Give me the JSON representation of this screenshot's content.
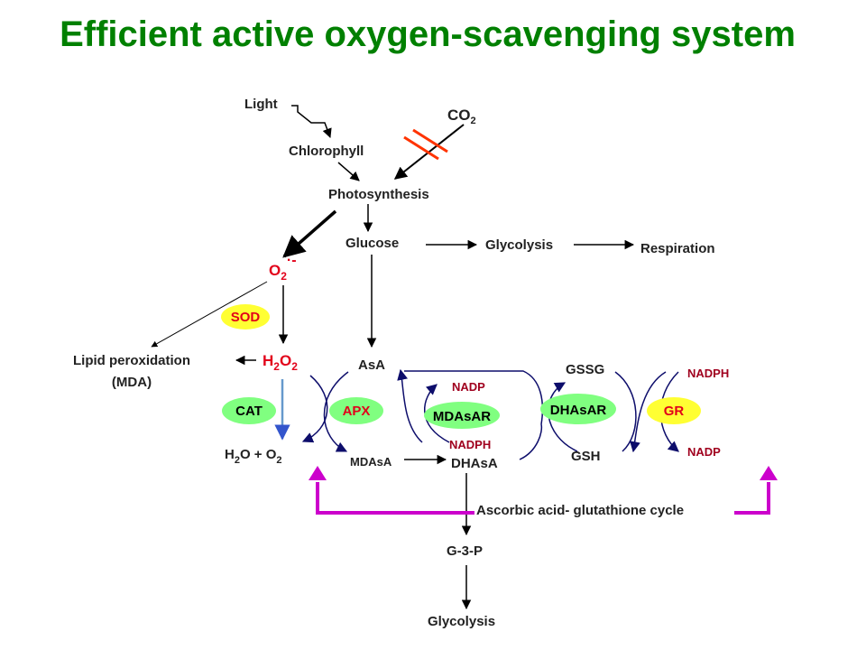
{
  "title": "Efficient active oxygen-scavenging system",
  "nodes": {
    "light": "Light",
    "co2": "CO",
    "co2_sub": "2",
    "chlorophyll": "Chlorophyll",
    "photosynthesis": "Photosynthesis",
    "glucose": "Glucose",
    "glycolysis_top": "Glycolysis",
    "respiration": "Respiration",
    "superoxide_o": "O",
    "superoxide_sub": "2",
    "superoxide_sup": "·-",
    "h2o2_h": "H",
    "h2o2_sub1": "2",
    "h2o2_o": "O",
    "h2o2_sub2": "2",
    "lipid_line1": "Lipid peroxidation",
    "lipid_line2": "(MDA)",
    "water_h": "H",
    "water_sub1": "2",
    "water_o_plus": "O +  O",
    "water_sub2": "2",
    "asa": "AsA",
    "mdasa": "MDAsA",
    "dhasa": "DHAsA",
    "gssg": "GSSG",
    "gsh": "GSH",
    "nadp_1": "NADP",
    "nadph_1": "NADPH",
    "nadph_2": "NADPH",
    "nadp_2": "NADP",
    "cycle_label": "Ascorbic acid- glutathione cycle",
    "g3p": "G-3-P",
    "glycolysis_bottom": "Glycolysis"
  },
  "enzymes": {
    "sod": "SOD",
    "cat": "CAT",
    "apx": "APX",
    "mdasar": "MDAsAR",
    "dhasar": "DHAsAR",
    "gr": "GR"
  },
  "colors": {
    "title": "#008000",
    "red_text": "#e2001a",
    "dark_red_text": "#a0001e",
    "enzyme_yellow": "#ffff33",
    "enzyme_green": "#80ff80",
    "cycle_arrow": "#cc00cc",
    "pathway_navy": "#0d0d6b",
    "blocked_mark": "#ff3300",
    "h2o2_arrow": "#6699cc"
  }
}
